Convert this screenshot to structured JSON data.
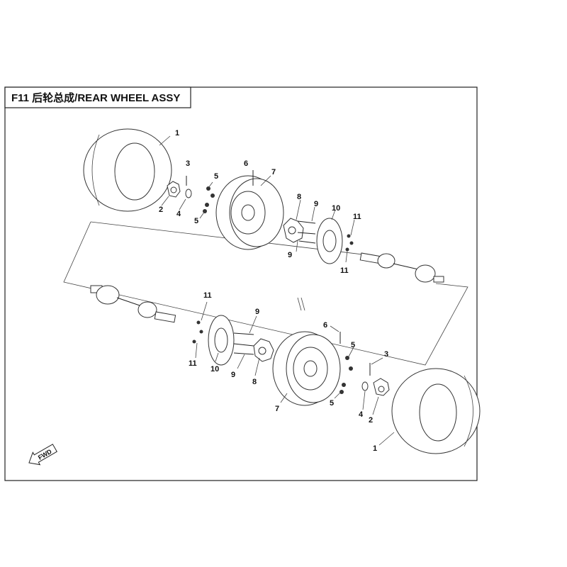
{
  "header": {
    "title": "F11 后轮总成/REAR WHEEL ASSY"
  },
  "fwd_label": "FWD",
  "callouts": {
    "top": {
      "tire": "1",
      "hub": "2",
      "pin": "3",
      "washer": "4",
      "nut_a": "5",
      "nut_b": "5",
      "valve": "6",
      "rim": "7",
      "flange": "8",
      "bolt_a": "9",
      "bolt_b": "9",
      "disc": "10",
      "stud_a": "11",
      "stud_b": "11"
    },
    "bottom": {
      "tire": "1",
      "hub": "2",
      "pin": "3",
      "washer": "4",
      "nut_a": "5",
      "nut_b": "5",
      "valve": "6",
      "rim": "7",
      "flange": "8",
      "bolt_a": "9",
      "bolt_b": "9",
      "disc": "10",
      "stud_a": "11",
      "stud_b": "11"
    }
  }
}
